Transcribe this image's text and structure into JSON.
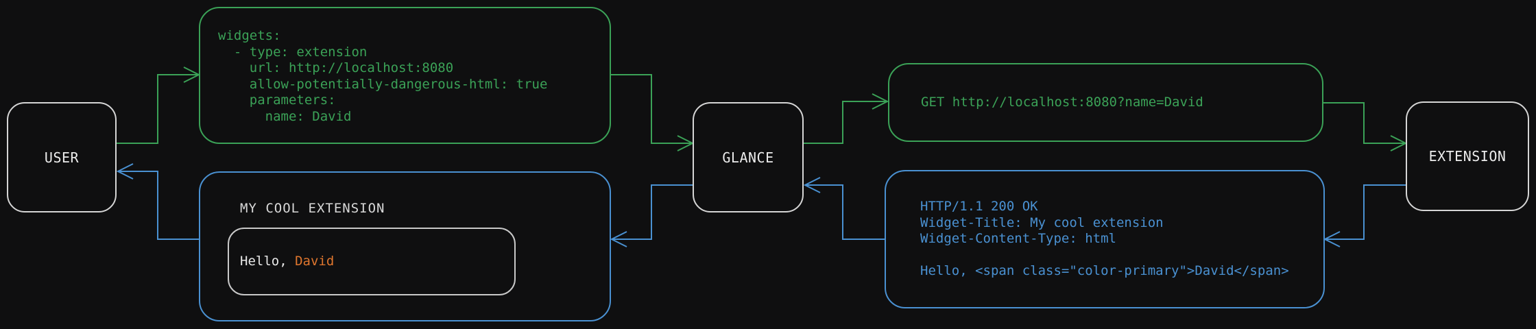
{
  "nodes": {
    "user": {
      "label": "USER"
    },
    "glance": {
      "label": "GLANCE"
    },
    "extension": {
      "label": "EXTENSION"
    }
  },
  "config": {
    "lines": [
      "widgets:",
      "  - type: extension",
      "    url: http://localhost:8080",
      "    allow-potentially-dangerous-html: true",
      "    parameters:",
      "      name: David"
    ]
  },
  "request": {
    "lines": [
      "GET http://localhost:8080?name=David"
    ]
  },
  "response": {
    "lines": [
      "HTTP/1.1 200 OK",
      "Widget-Title: My cool extension",
      "Widget-Content-Type: html",
      "",
      "Hello, <span class=\"color-primary\">David</span>"
    ]
  },
  "widget": {
    "title": "MY COOL EXTENSION",
    "greeting_prefix": "Hello, ",
    "name": "David"
  },
  "colors": {
    "request_green": "#3ba257",
    "response_blue": "#4a91d2",
    "accent_orange": "#df762e",
    "node_border": "#d6d6d6",
    "background": "#0f0f10"
  }
}
